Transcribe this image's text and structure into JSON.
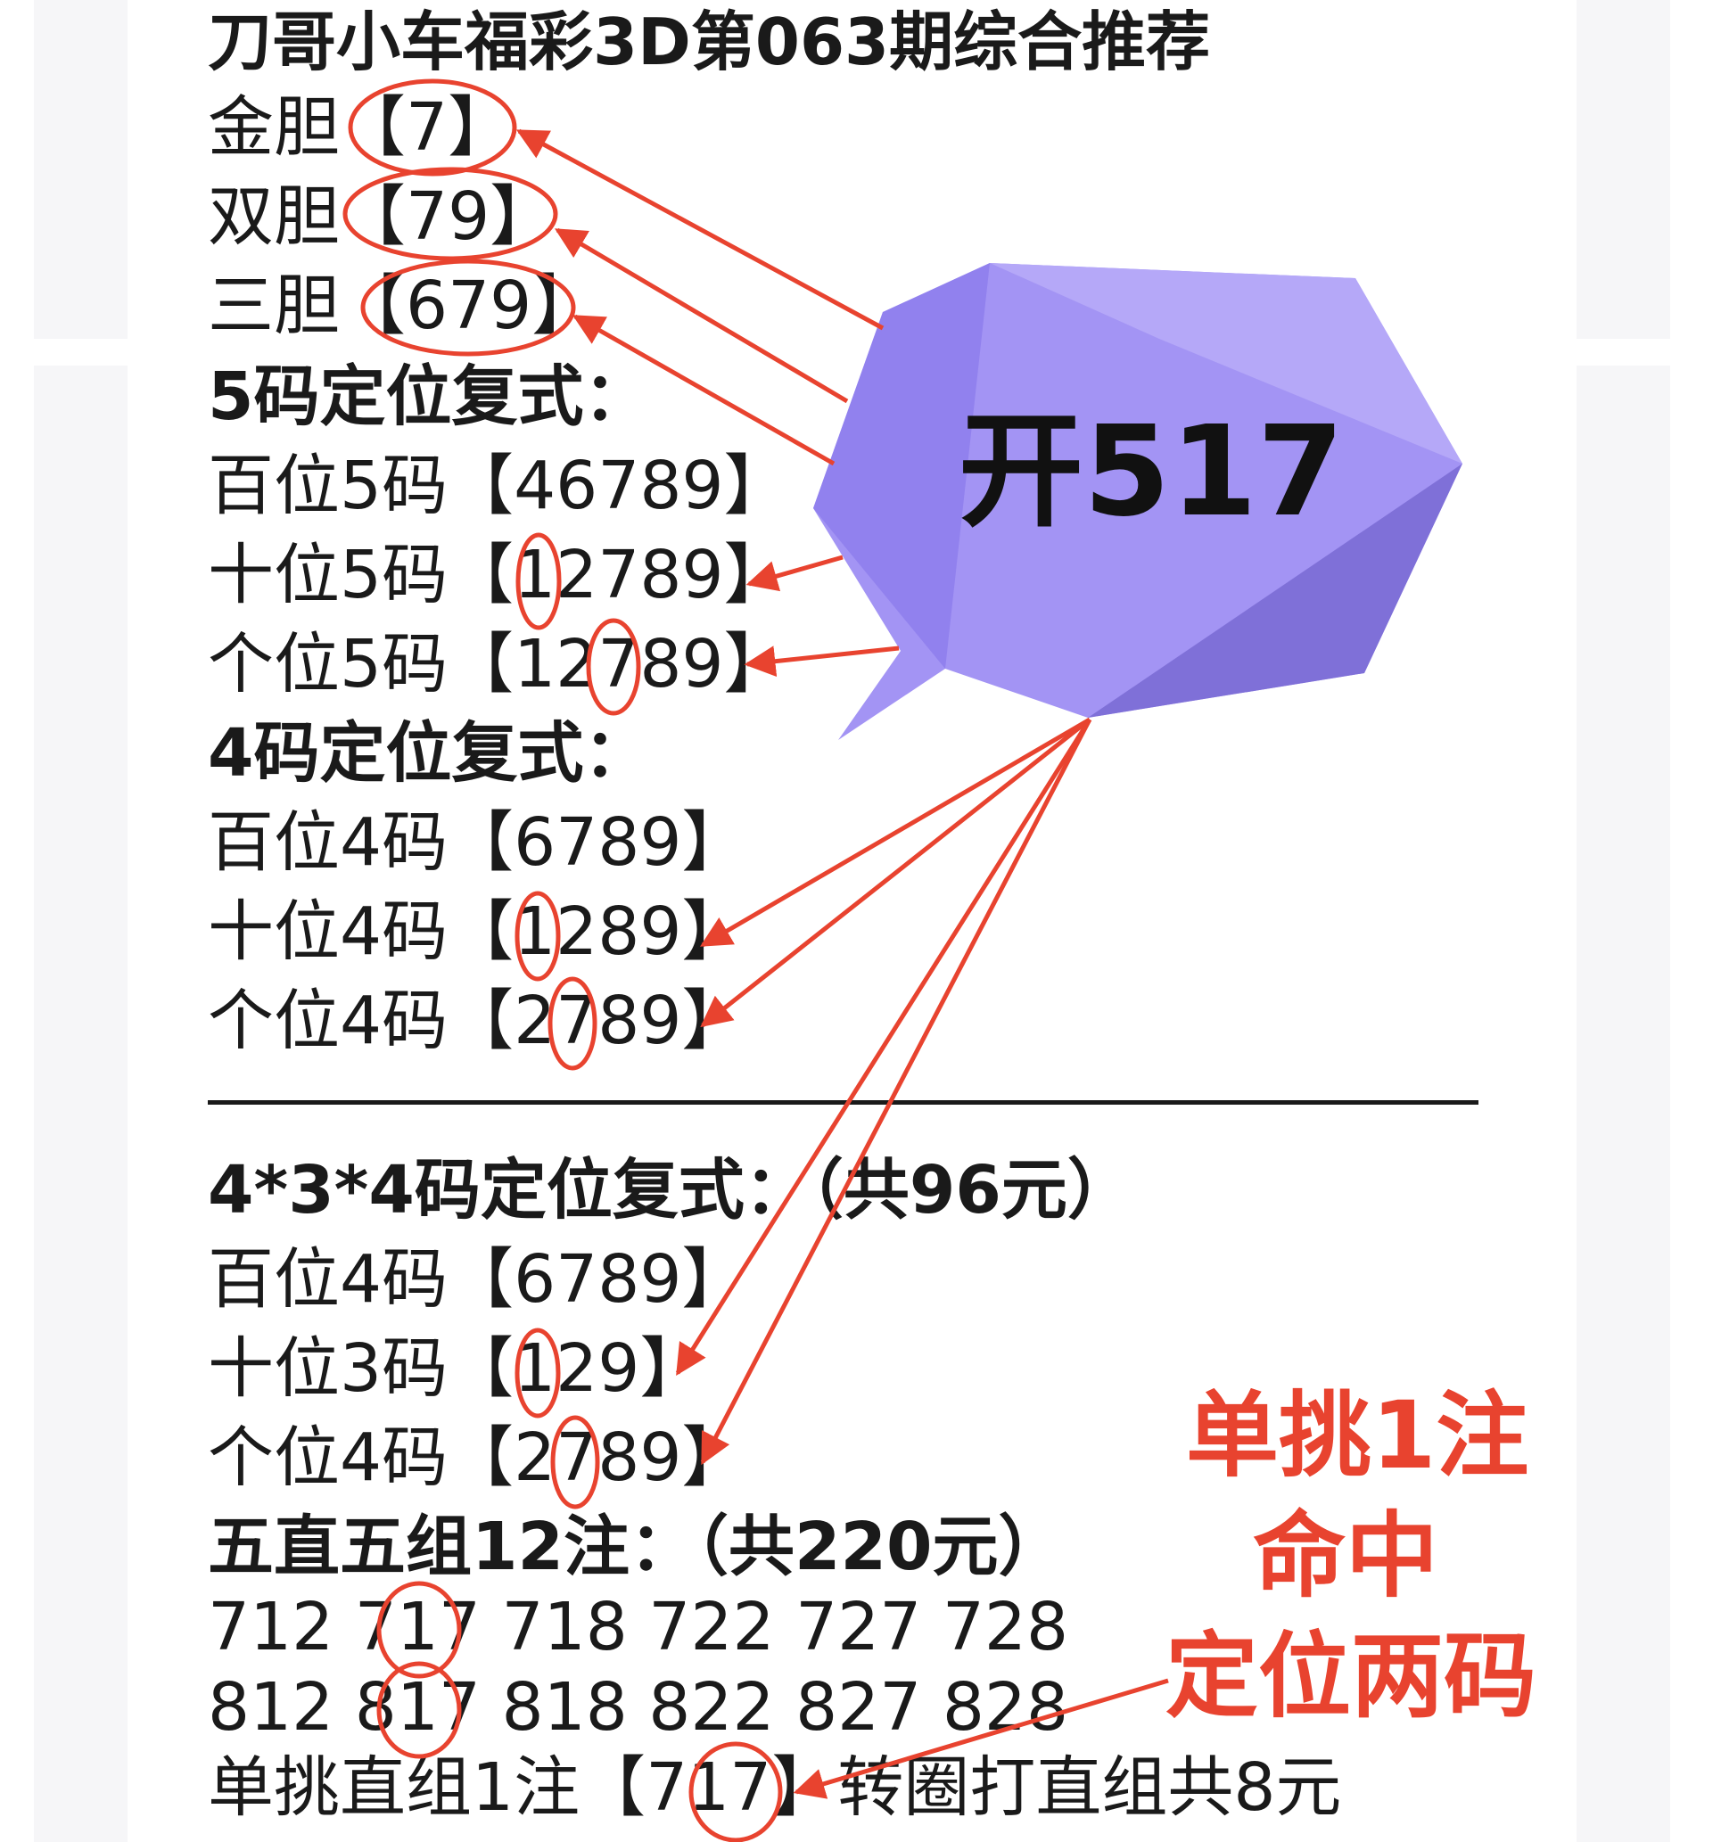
{
  "title": "刀哥小车福彩3D第063期综合推荐",
  "dan": {
    "gold": "金胆【7】",
    "double": "双胆【79】",
    "triple": "三胆【679】"
  },
  "five_code": {
    "heading": "5码定位复式：",
    "hundreds": "百位5码【46789】",
    "tens": "十位5码【12789】",
    "units": "个位5码【12789】"
  },
  "four_code": {
    "heading": "4码定位复式：",
    "hundreds": "百位4码【6789】",
    "tens": "十位4码【1289】",
    "units": "个位4码【2789】"
  },
  "combo_434": {
    "heading": "4*3*4码定位复式：（共96元）",
    "hundreds": "百位4码【6789】",
    "tens": "十位3码【129】",
    "units": "个位4码【2789】"
  },
  "five_direct": {
    "heading": "五直五组12注：（共220元）",
    "row1": "712 717 718 722 727 728",
    "row2": "812 817 818 822 827 828",
    "single": "单挑直组1注【717】转圈打直组共8元"
  },
  "bubble": {
    "text": "开517"
  },
  "callout": {
    "line1": "单挑1注",
    "line2": "命中",
    "line3": "定位两码"
  },
  "colors": {
    "accent_red": "#e8432f",
    "bubble_purple": "#9d8cf2"
  }
}
